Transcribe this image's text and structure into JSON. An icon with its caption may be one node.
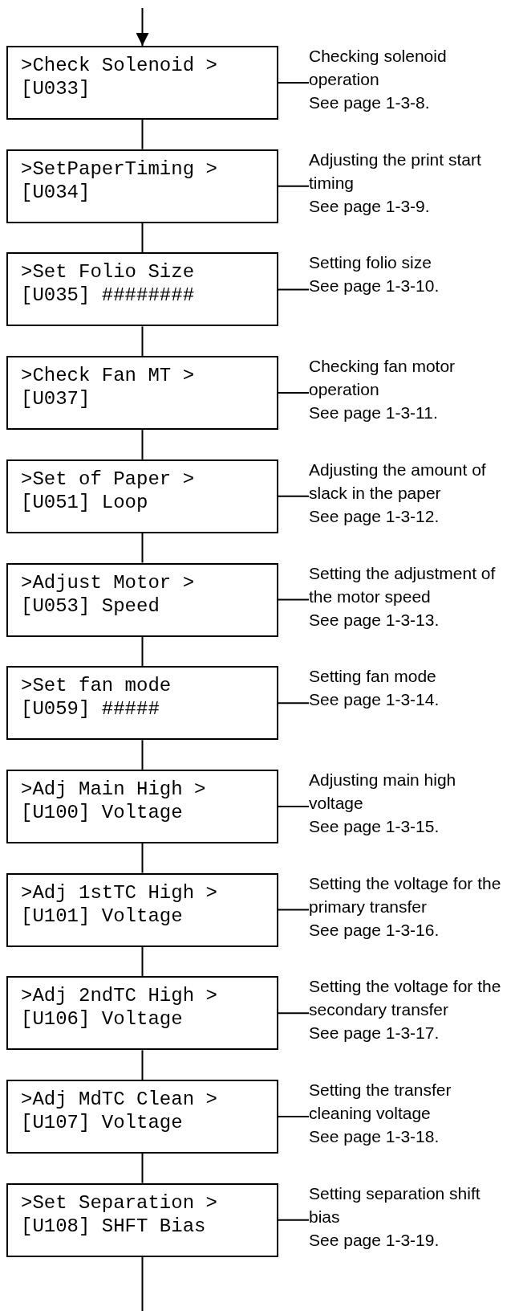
{
  "diagram": {
    "nodes": [
      {
        "text": [
          ">Check Solenoid > [U033]"
        ]
      },
      {
        "text": [
          "Checking solenoid operation",
          "See page 1-3-8."
        ]
      },
      {
        "text": [
          ">SetPaperTiming > [U034]"
        ]
      },
      {
        "text": [
          "Adjusting the print start timing",
          "See page 1-3-9."
        ]
      },
      {
        "text": [
          ">Set Folio Size [U035] ########"
        ]
      },
      {
        "text": [
          "Setting folio size",
          "See page 1-3-10."
        ]
      },
      {
        "text": [
          ">Check Fan MT > [U037]"
        ]
      },
      {
        "text": [
          "Checking fan motor operation",
          "See page 1-3-11."
        ]
      },
      {
        "text": [
          ">Set of Paper > [U051] Loop"
        ]
      },
      {
        "text": [
          "Adjusting the amount of slack in the paper",
          "See page 1-3-12."
        ]
      },
      {
        "text": [
          ">Adjust Motor > [U053] Speed"
        ]
      },
      {
        "text": [
          "Setting the adjustment of the motor speed",
          "See page 1-3-13."
        ]
      },
      {
        "text": [
          ">Set fan mode [U059] #####"
        ]
      },
      {
        "text": [
          "Setting fan mode",
          "See page 1-3-14."
        ]
      },
      {
        "text": [
          ">Adj Main High > [U100] Voltage"
        ]
      },
      {
        "text": [
          "Adjusting main high voltage",
          "See page 1-3-15."
        ]
      },
      {
        "text": [
          ">Adj 1stTC High > [U101] Voltage"
        ]
      },
      {
        "text": [
          "Setting the voltage for the primary transfer",
          "See page 1-3-16."
        ]
      },
      {
        "text": [
          ">Adj 2ndTC High > [U106] Voltage"
        ]
      },
      {
        "text": [
          "Setting the voltage for the secondary transfer",
          "See page 1-3-17."
        ]
      },
      {
        "text": [
          ">Adj MdTC Clean > [U107] Voltage"
        ]
      },
      {
        "text": [
          "Setting the transfer cleaning voltage",
          "See page 1-3-18."
        ]
      },
      {
        "text": [
          ">Set Separation > [U108] SHFT Bias"
        ]
      },
      {
        "text": [
          "Setting separation shift bias",
          "See page 1-3-19."
        ]
      }
    ],
    "edges": [
      {
        "from": null,
        "to": 0,
        "arrow": "to"
      },
      {
        "from": 1,
        "to": 0,
        "arrow": "none"
      },
      {
        "from": 0,
        "to": 2,
        "arrow": "none"
      },
      {
        "from": 3,
        "to": 2,
        "arrow": "none"
      },
      {
        "from": 2,
        "to": 4,
        "arrow": "none"
      },
      {
        "from": 5,
        "to": 4,
        "arrow": "none"
      },
      {
        "from": 4,
        "to": 6,
        "arrow": "none"
      },
      {
        "from": 7,
        "to": 6,
        "arrow": "none"
      },
      {
        "from": 6,
        "to": 8,
        "arrow": "none"
      },
      {
        "from": 9,
        "to": 8,
        "arrow": "none"
      },
      {
        "from": 8,
        "to": 10,
        "arrow": "none"
      },
      {
        "from": 11,
        "to": 10,
        "arrow": "none"
      },
      {
        "from": 10,
        "to": 12,
        "arrow": "none"
      },
      {
        "from": 13,
        "to": 12,
        "arrow": "none"
      },
      {
        "from": 12,
        "to": 14,
        "arrow": "none"
      },
      {
        "from": 15,
        "to": 14,
        "arrow": "none"
      },
      {
        "from": 14,
        "to": 16,
        "arrow": "none"
      },
      {
        "from": 17,
        "to": 16,
        "arrow": "none"
      },
      {
        "from": 16,
        "to": 18,
        "arrow": "none"
      },
      {
        "from": 19,
        "to": 18,
        "arrow": "none"
      },
      {
        "from": 18,
        "to": 20,
        "arrow": "none"
      },
      {
        "from": 21,
        "to": 20,
        "arrow": "none"
      },
      {
        "from": 20,
        "to": 22,
        "arrow": "none"
      },
      {
        "from": 23,
        "to": 22,
        "arrow": "none"
      },
      {
        "from": 22,
        "to": null,
        "arrow": "none"
      }
    ]
  }
}
